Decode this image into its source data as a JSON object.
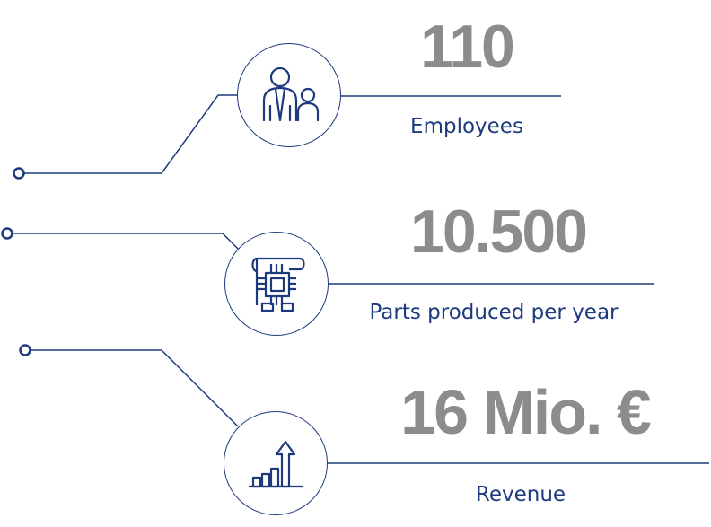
{
  "colors": {
    "accent": "#1d3a7c",
    "value_gray": "#8c8c8c"
  },
  "stats": [
    {
      "value": "110",
      "label": "Employees",
      "icon": "people-icon"
    },
    {
      "value": "10.500",
      "label": "Parts produced per year",
      "icon": "chip-icon"
    },
    {
      "value": "16 Mio. €",
      "label": "Revenue",
      "icon": "growth-chart-icon"
    }
  ]
}
